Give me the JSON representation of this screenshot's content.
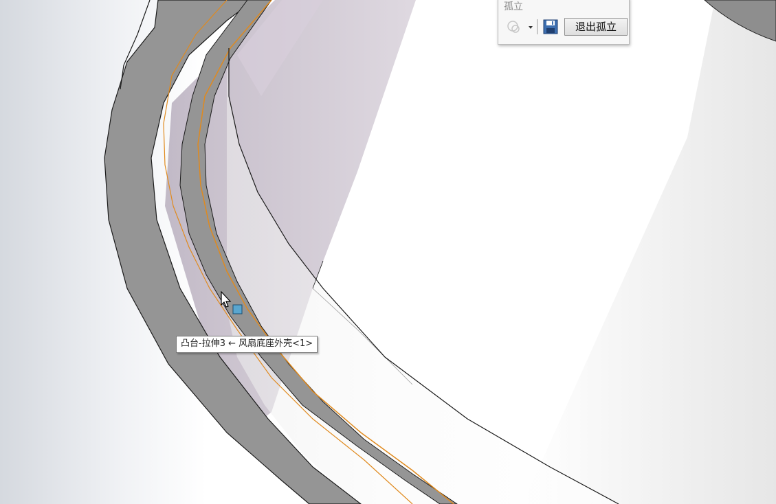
{
  "isolate_panel": {
    "title": "孤立",
    "display_style_icon": "display-style-icon",
    "save_icon": "save-icon",
    "exit_label": "退出孤立"
  },
  "tooltip": {
    "text": "凸台-拉伸3 ← 风扇底座外壳<1>"
  },
  "colors": {
    "rim_gray": "#959595",
    "edge_highlight": "#e08a1e",
    "transparent_body": "#b9a9bf",
    "selection_square": "#5aa6cf"
  }
}
